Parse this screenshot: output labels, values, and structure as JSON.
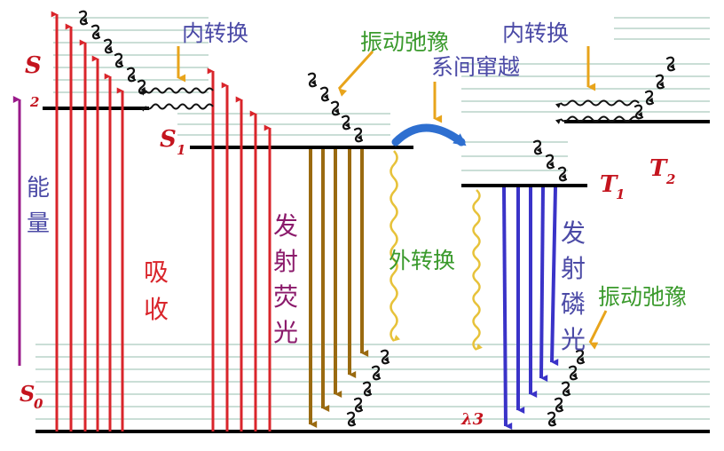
{
  "labels": {
    "S2_S": "S",
    "S2_sub": "2",
    "S1_S": "S",
    "S1_sub": "1",
    "S0_S": "S",
    "S0_sub": "0",
    "T1_T": "T",
    "T1_sub": "1",
    "T2_T": "T",
    "T2_sub": "2",
    "energy_1": "能",
    "energy_2": "量",
    "absorption_1": "吸",
    "absorption_2": "收",
    "fluorescence_1": "发",
    "fluorescence_2": "射",
    "fluorescence_3": "荧",
    "fluorescence_4": "光",
    "phosphorescence_1": "发",
    "phosphorescence_2": "射",
    "phosphorescence_3": "磷",
    "phosphorescence_4": "光",
    "internal_conversion_left": "内转换",
    "internal_conversion_right": "内转换",
    "vibrational_relaxation_top": "振动弛豫",
    "vibrational_relaxation_bottom": "振动弛豫",
    "intersystem_crossing": "系间窜越",
    "external_conversion": "外转换",
    "lambda_3": "λ3"
  },
  "colors": {
    "absorption": "#d9252b",
    "fluorescence": "#9a6a10",
    "phosphorescence": "#3a33c8",
    "label_blue": "#4b4aa6",
    "label_green": "#3a9a2c",
    "label_purple": "#8b1a6b",
    "label_red": "#d9252b",
    "state_label": "#c4141e",
    "arrow_orange": "#e8a41b",
    "isc_arrow": "#2e6fd0",
    "wavy": "#e7c23a",
    "level_line": "#000000",
    "sublevel_line": "#b9d4c9"
  },
  "icons": {
    "energy_axis": "arrow-up-icon",
    "pointer": "arrow-pointer-icon",
    "nonradiative": "squiggle-arrow-icon"
  }
}
